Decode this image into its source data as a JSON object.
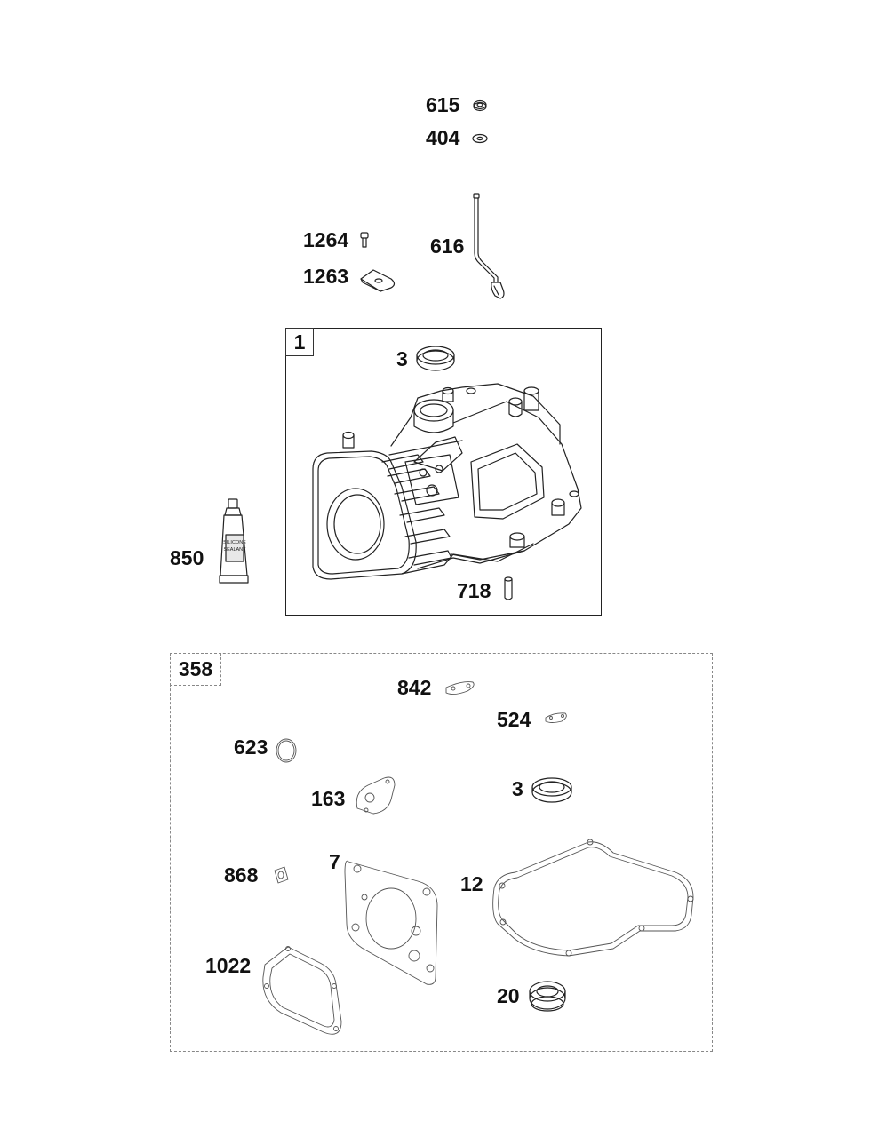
{
  "diagram": {
    "group_labels": {
      "engine_assembly": "1",
      "gasket_set": "358"
    },
    "parts": {
      "p615": "615",
      "p404": "404",
      "p616": "616",
      "p1264": "1264",
      "p1263": "1263",
      "p3_top": "3",
      "p850": "850",
      "p718": "718",
      "p842": "842",
      "p524": "524",
      "p623": "623",
      "p163": "163",
      "p3_kit": "3",
      "p868": "868",
      "p7": "7",
      "p12": "12",
      "p1022": "1022",
      "p20": "20"
    },
    "tube_text": [
      "SILICONE",
      "SEALANT"
    ]
  }
}
